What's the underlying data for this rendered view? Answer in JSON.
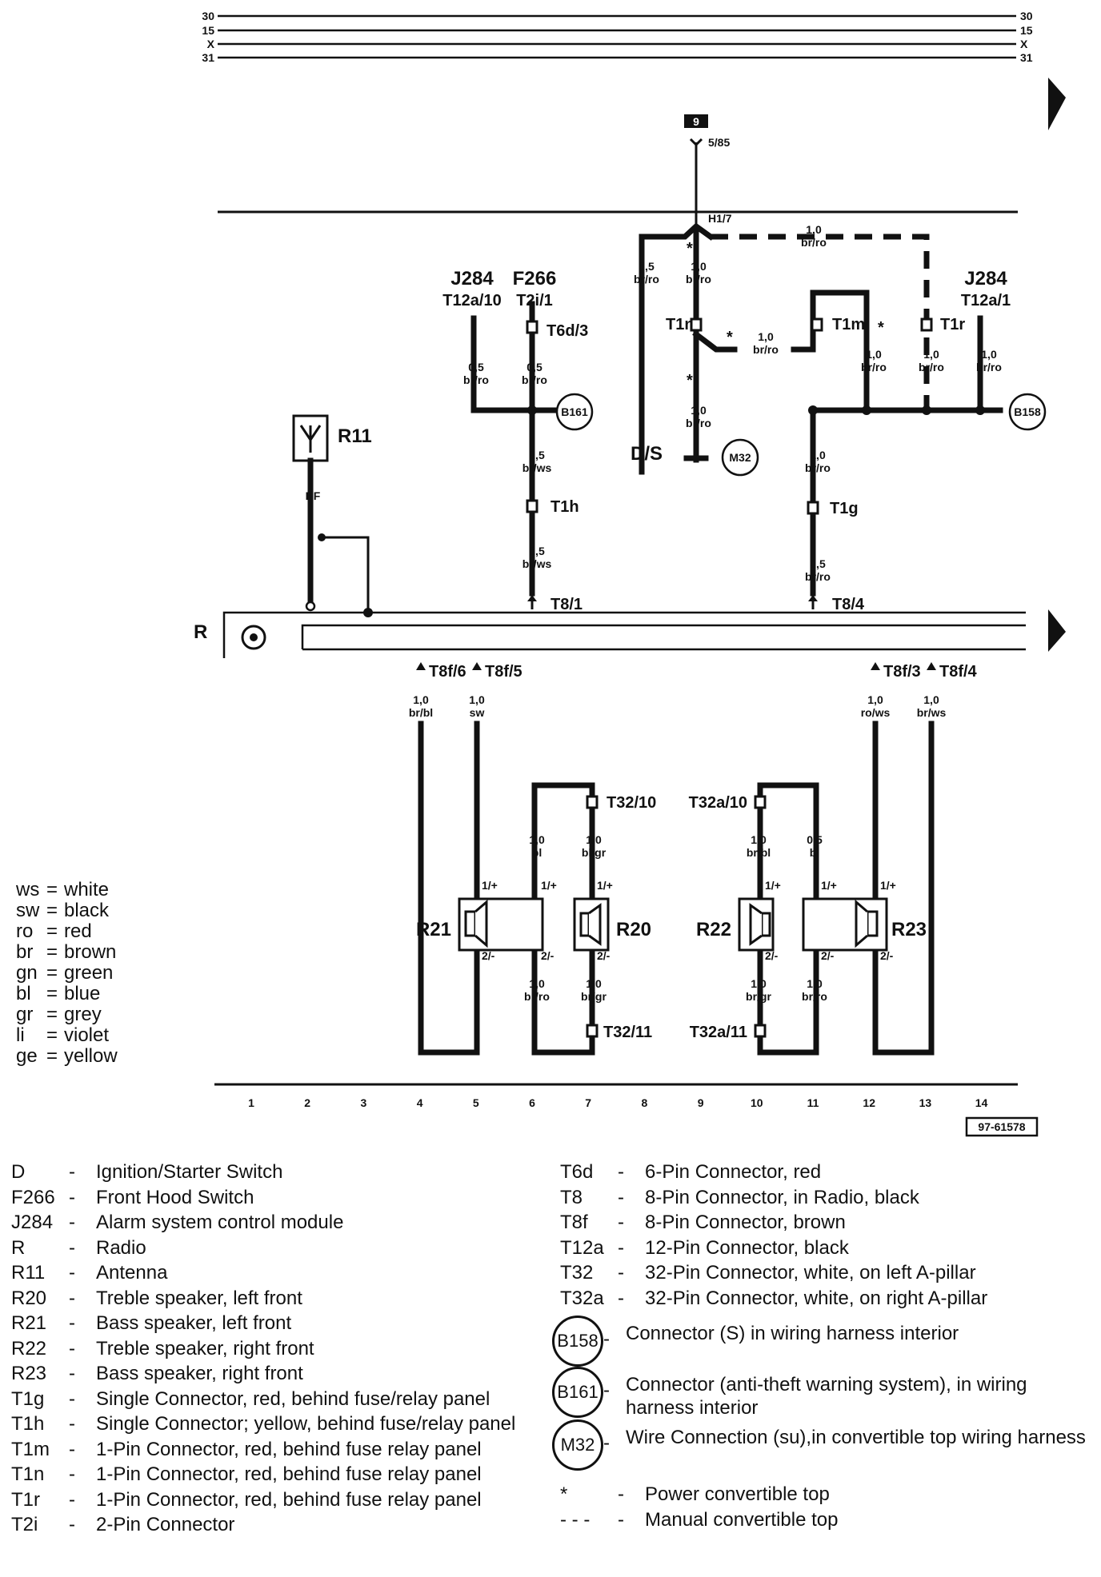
{
  "header_rails": {
    "left": [
      "30",
      "15",
      "X",
      "31"
    ],
    "right": [
      "30",
      "15",
      "X",
      "31"
    ]
  },
  "top": {
    "ref_box": "9",
    "ref_sub": "5/85",
    "h_label": "H1/7"
  },
  "components": {
    "r11": "R11",
    "hf": "HF",
    "radio": "R",
    "j284_left": "J284",
    "t12a10": "T12a/10",
    "f266": "F266",
    "t2i1": "T2i/1",
    "t6d3": "T6d/3",
    "ds": "D/S",
    "t1n": "T1n",
    "t1m": "T1m",
    "t1r": "T1r",
    "j284_right": "J284",
    "t12a1": "T12a/1",
    "t1h": "T1h",
    "t1g": "T1g",
    "t81": "T8/1",
    "t84": "T8/4",
    "t8f6": "T8f/6",
    "t8f5": "T8f/5",
    "t8f3": "T8f/3",
    "t8f4": "T8f/4",
    "t3210": "T32/10",
    "t32a10": "T32a/10",
    "t3211": "T32/11",
    "t32a11": "T32a/11",
    "r21": "R21",
    "r20": "R20",
    "r22": "R22",
    "r23": "R23",
    "b161": "B161",
    "b158": "B158",
    "m32": "M32",
    "star": "*",
    "plus": "1/+",
    "minus": "2/-"
  },
  "wires": {
    "w_dash_top": [
      "1,0",
      "br/ro"
    ],
    "w_ds": [
      "0,5",
      "br/ro"
    ],
    "w_t1n_top": [
      "1,0",
      "br/ro"
    ],
    "w_t1n_right": [
      "1,0",
      "br/ro"
    ],
    "w_t1n_down": [
      "1,0",
      "br/ro"
    ],
    "w_j284l": [
      "0,5",
      "br/ro"
    ],
    "w_f266": [
      "0,5",
      "br/ro"
    ],
    "w_t1h_top": [
      "0,5",
      "br/ws"
    ],
    "w_t1h_bot": [
      "0,5",
      "br/ws"
    ],
    "w_t1m": [
      "1,0",
      "br/ro"
    ],
    "w_t1r": [
      "1,0",
      "br/ro"
    ],
    "w_j284r": [
      "1,0",
      "br/ro"
    ],
    "w_t1g_top": [
      "1,0",
      "br/ro"
    ],
    "w_t1g_bot": [
      "0,5",
      "br/ro"
    ],
    "w_sp_brbl": [
      "1,0",
      "br/bl"
    ],
    "w_sp_sw": [
      "1,0",
      "sw"
    ],
    "w_sp_rows": [
      "1,0",
      "ro/ws"
    ],
    "w_sp_brws": [
      "1,0",
      "br/ws"
    ],
    "w_r21_bl": [
      "1,0",
      "bl"
    ],
    "w_r20_blgr": [
      "1,0",
      "bl/gr"
    ],
    "w_r22_brbl": [
      "1,0",
      "br/bl"
    ],
    "w_r23_bl": [
      "0,5",
      "bl"
    ],
    "w_r21_brro": [
      "1,0",
      "br/ro"
    ],
    "w_r20_brgr": [
      "1,0",
      "br/gr"
    ],
    "w_r22_brgr": [
      "1,0",
      "br/gr"
    ],
    "w_r23_brro": [
      "1,0",
      "br/ro"
    ]
  },
  "ruler": [
    "1",
    "2",
    "3",
    "4",
    "5",
    "6",
    "7",
    "8",
    "9",
    "10",
    "11",
    "12",
    "13",
    "14"
  ],
  "figure_id": "97-61578",
  "color_legend": [
    {
      "code": "ws",
      "name": "white"
    },
    {
      "code": "sw",
      "name": "black"
    },
    {
      "code": "ro",
      "name": "red"
    },
    {
      "code": "br",
      "name": "brown"
    },
    {
      "code": "gn",
      "name": "green"
    },
    {
      "code": "bl",
      "name": "blue"
    },
    {
      "code": "gr",
      "name": "grey"
    },
    {
      "code": "li",
      "name": "violet"
    },
    {
      "code": "ge",
      "name": "yellow"
    }
  ],
  "parts_left": [
    {
      "code": "D",
      "desc": "Ignition/Starter Switch"
    },
    {
      "code": "F266",
      "desc": "Front Hood Switch"
    },
    {
      "code": "J284",
      "desc": "Alarm system control module"
    },
    {
      "code": "R",
      "desc": "Radio"
    },
    {
      "code": "R11",
      "desc": "Antenna"
    },
    {
      "code": "R20",
      "desc": "Treble speaker, left front"
    },
    {
      "code": "R21",
      "desc": "Bass speaker, left front"
    },
    {
      "code": "R22",
      "desc": "Treble speaker, right front"
    },
    {
      "code": "R23",
      "desc": "Bass speaker, right front"
    },
    {
      "code": "T1g",
      "desc": "Single Connector, red, behind fuse/relay panel"
    },
    {
      "code": "T1h",
      "desc": "Single Connector; yellow, behind fuse/relay panel"
    },
    {
      "code": "T1m",
      "desc": "1-Pin Connector, red, behind fuse relay panel"
    },
    {
      "code": "T1n",
      "desc": "1-Pin Connector, red, behind fuse relay panel"
    },
    {
      "code": "T1r",
      "desc": "1-Pin Connector, red, behind fuse relay panel"
    },
    {
      "code": "T2i",
      "desc": "2-Pin Connector"
    }
  ],
  "parts_right": [
    {
      "code": "T6d",
      "desc": "6-Pin Connector, red"
    },
    {
      "code": "T8",
      "desc": "8-Pin Connector, in Radio, black"
    },
    {
      "code": "T8f",
      "desc": "8-Pin Connector, brown"
    },
    {
      "code": "T12a",
      "desc": "12-Pin Connector, black"
    },
    {
      "code": "T32",
      "desc": "32-Pin Connector, white, on left A-pillar"
    },
    {
      "code": "T32a",
      "desc": "32-Pin Connector, white, on right A-pillar"
    }
  ],
  "parts_circles": [
    {
      "code": "B158",
      "desc": "Connector (S) in wiring harness interior"
    },
    {
      "code": "B161",
      "desc": "Connector (anti-theft warning system),  in wiring harness interior"
    },
    {
      "code": "M32",
      "desc": "Wire Connection (su),in convertible top wiring harness"
    }
  ],
  "symbol_notes": [
    {
      "symbol": "*",
      "desc": "Power convertible top"
    },
    {
      "symbol": "- - -",
      "desc": "Manual convertible top"
    }
  ]
}
